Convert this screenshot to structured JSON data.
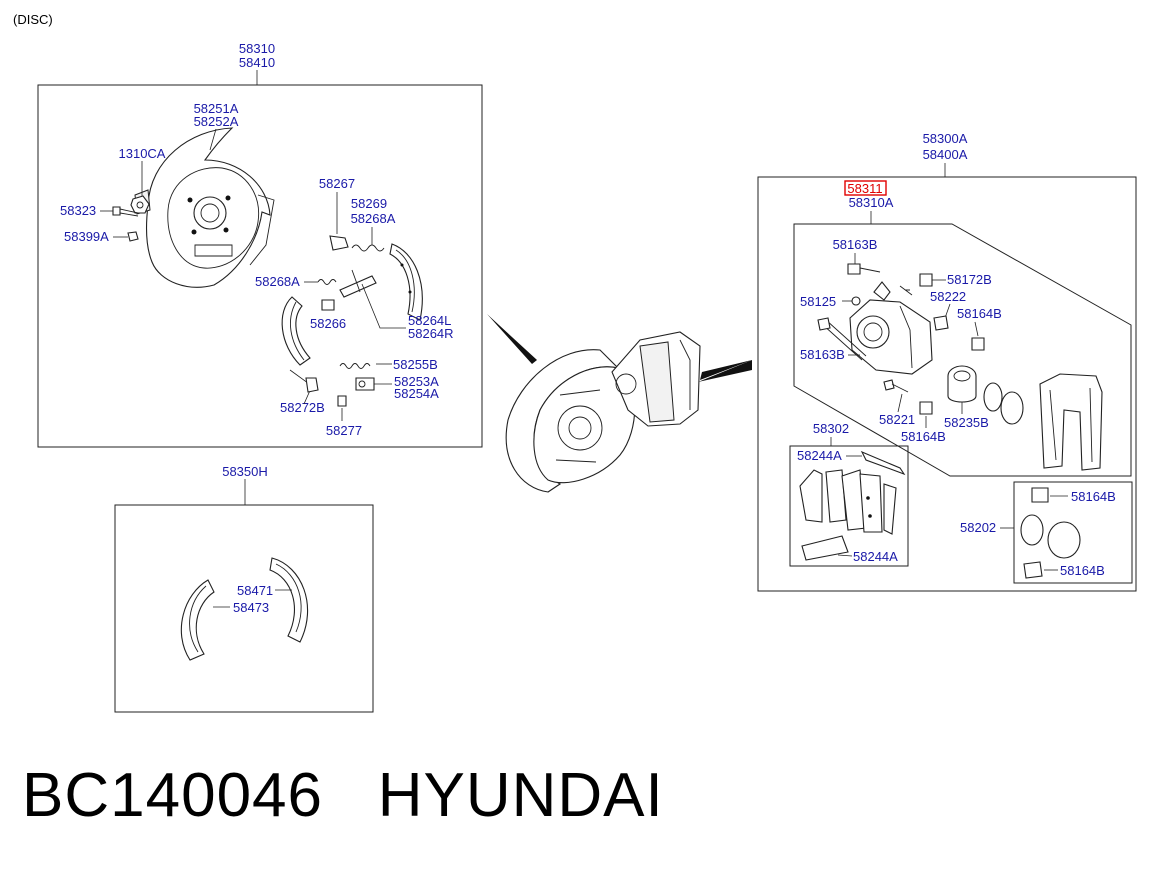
{
  "header": {
    "title": "(DISC)"
  },
  "groups": {
    "shoe_assembly": {
      "codes": [
        "58310",
        "58410"
      ]
    },
    "parking_shoe": {
      "code": "58350H"
    },
    "caliper_assembly": {
      "codes": [
        "58300A",
        "58400A"
      ]
    },
    "caliper_sub": {
      "highlight": "58311",
      "code": "58310A"
    },
    "pad_kit": {
      "code": "58302"
    },
    "seal_kit": {
      "code": "58202"
    }
  },
  "parts": {
    "p58251A": "58251A",
    "p58252A": "58252A",
    "p1310CA": "1310CA",
    "p58323": "58323",
    "p58399A": "58399A",
    "p58267": "58267",
    "p58269": "58269",
    "p58268A_1": "58268A",
    "p58268A_2": "58268A",
    "p58266": "58266",
    "p58264L": "58264L",
    "p58264R": "58264R",
    "p58255B": "58255B",
    "p58253A": "58253A",
    "p58254A": "58254A",
    "p58272B": "58272B",
    "p58277": "58277",
    "p58471": "58471",
    "p58473": "58473",
    "p58163B_1": "58163B",
    "p58172B": "58172B",
    "p58222": "58222",
    "p58125": "58125",
    "p58164B_1": "58164B",
    "p58163B_2": "58163B",
    "p58221": "58221",
    "p58164B_2": "58164B",
    "p58235B": "58235B",
    "p58244A_1": "58244A",
    "p58244A_2": "58244A",
    "p58164B_3": "58164B",
    "p58164B_4": "58164B"
  },
  "footer": {
    "code": "BC140046",
    "brand": "HYUNDAI"
  },
  "colors": {
    "label": "#1a1aa8",
    "highlight": "#e00000",
    "line": "#222222"
  }
}
